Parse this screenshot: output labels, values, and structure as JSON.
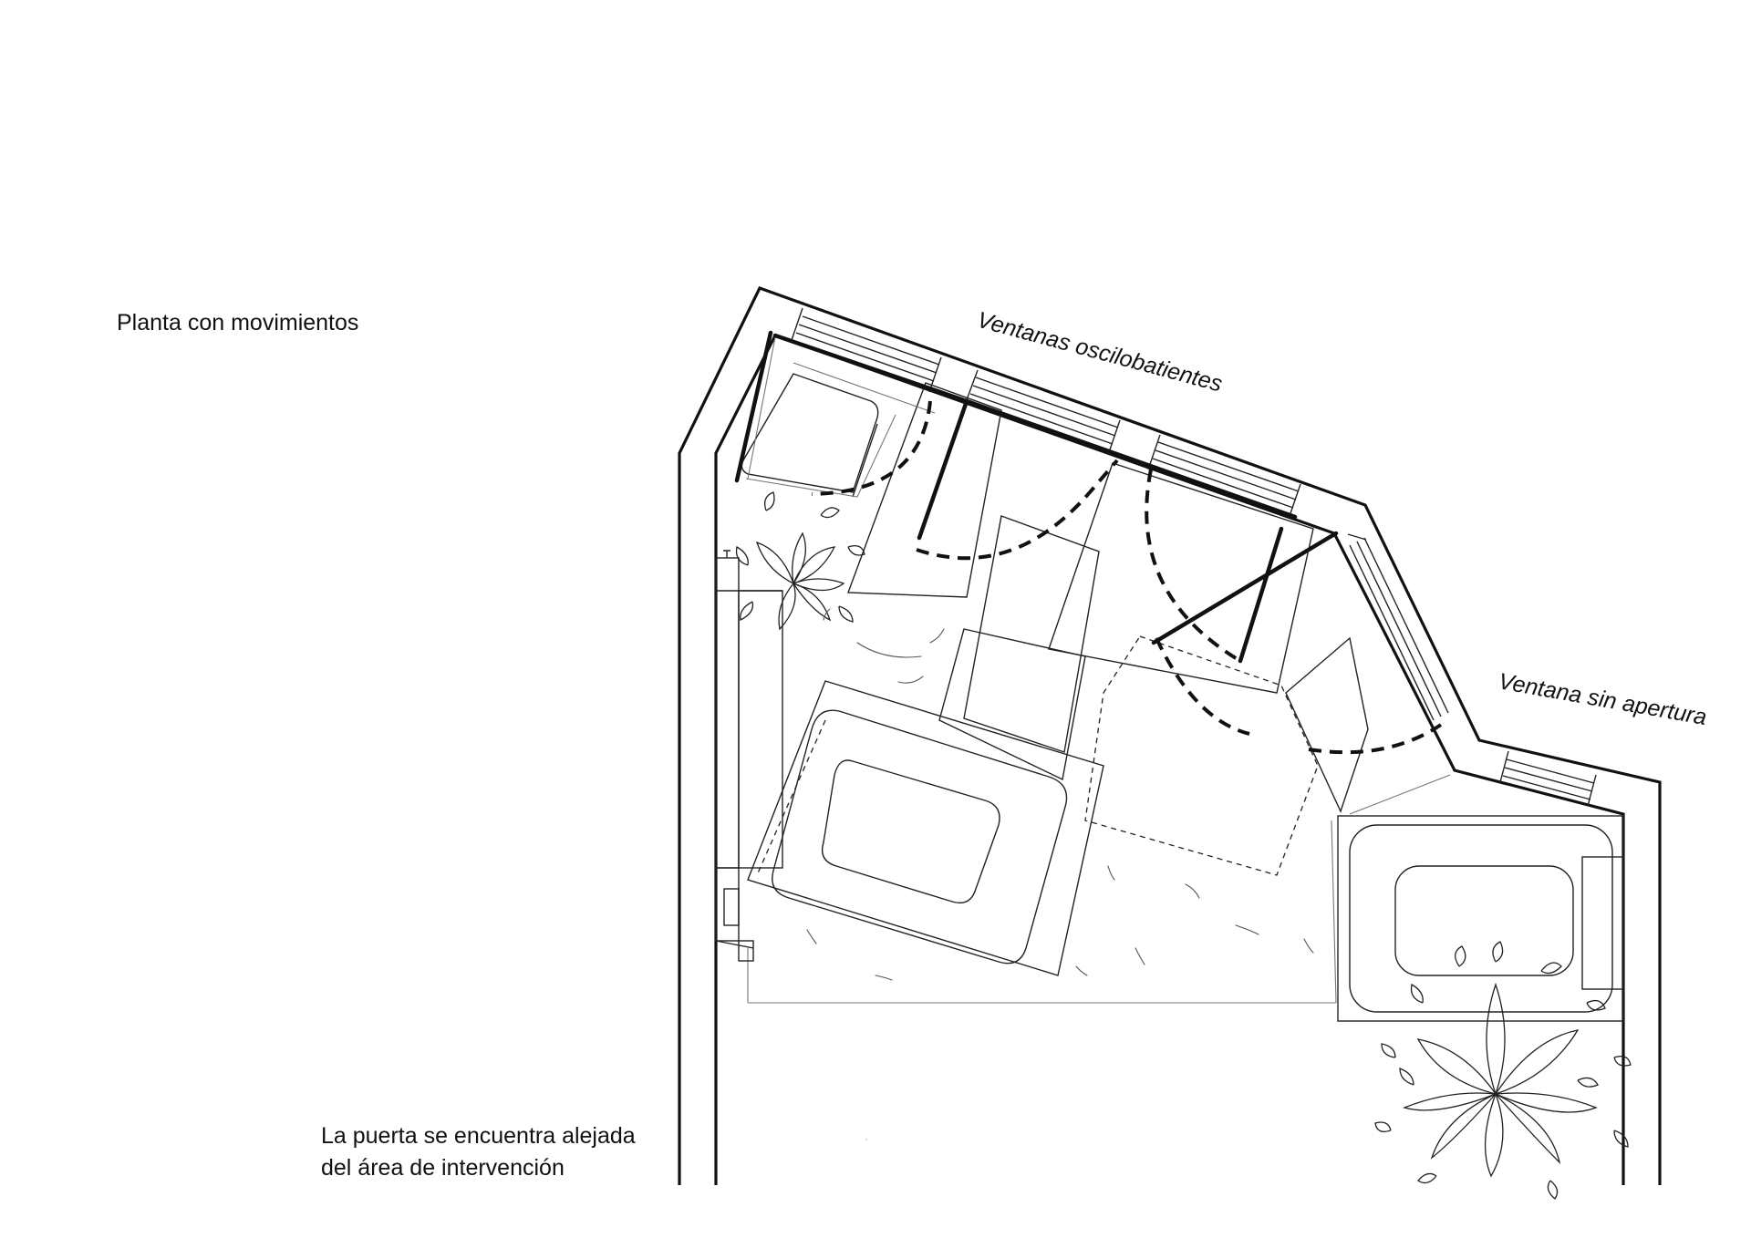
{
  "title": "Planta con movimientos",
  "annotations": {
    "windows_tilt_turn": "Ventanas oscilobatientes",
    "window_fixed": "Ventana sin apertura"
  },
  "door_note": {
    "line1": "La puerta se encuentra alejada",
    "line2": "del área de intervención"
  },
  "colors": {
    "background": "#ffffff",
    "ink": "#111111"
  }
}
